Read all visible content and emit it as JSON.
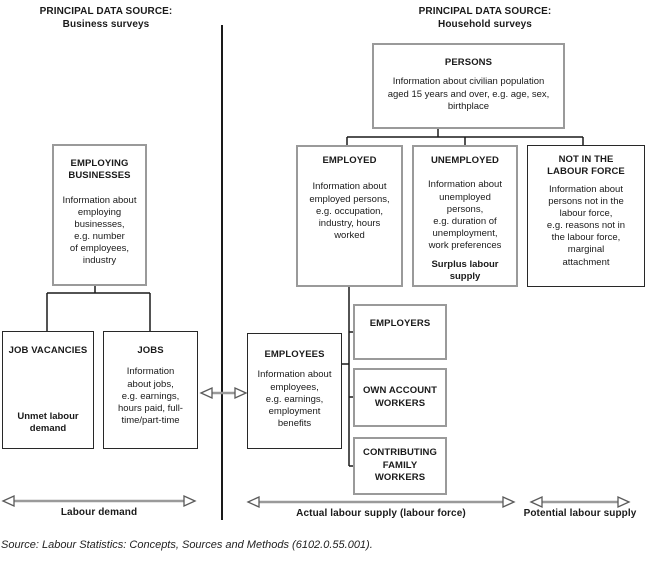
{
  "headers": {
    "left": "PRINCIPAL DATA SOURCE:\nBusiness surveys",
    "right": "PRINCIPAL DATA SOURCE:\nHousehold surveys"
  },
  "boxes": {
    "persons": {
      "title": "PERSONS",
      "body": "Information about civilian population\naged 15 years and over, e.g. age, sex,\nbirthplace"
    },
    "employing_businesses": {
      "title": "EMPLOYING\nBUSINESSES",
      "body": "Information about\nemploying\nbusinesses,\ne.g. number\nof employees,\nindustry"
    },
    "job_vacancies": {
      "title": "JOB VACANCIES",
      "footer": "Unmet labour\ndemand"
    },
    "jobs": {
      "title": "JOBS",
      "body": "Information\nabout jobs,\ne.g. earnings,\nhours paid, full-\ntime/part-time"
    },
    "employed": {
      "title": "EMPLOYED",
      "body": "Information about\nemployed persons,\ne.g. occupation,\nindustry, hours\nworked"
    },
    "unemployed": {
      "title": "UNEMPLOYED",
      "body": "Information about\nunemployed\npersons,\ne.g. duration of\nunemployment,\nwork preferences",
      "footer": "Surplus labour\nsupply"
    },
    "not_in_labour_force": {
      "title": "NOT IN THE\nLABOUR FORCE",
      "body": "Information about\npersons not in the\nlabour force,\ne.g. reasons not in\nthe labour force,\nmarginal\nattachment"
    },
    "employees": {
      "title": "EMPLOYEES",
      "body": "Information about\nemployees,\ne.g. earnings,\nemployment\nbenefits"
    },
    "employers": {
      "title": "EMPLOYERS"
    },
    "own_account_workers": {
      "title": "OWN ACCOUNT\nWORKERS"
    },
    "contributing_family_workers": {
      "title": "CONTRIBUTING\nFAMILY\nWORKERS"
    }
  },
  "arrows": {
    "labour_demand": "Labour demand",
    "actual_labour_supply": "Actual labour supply (labour force)",
    "potential_labour_supply": "Potential labour supply"
  },
  "source_note": "Source: Labour Statistics: Concepts, Sources and Methods (6102.0.55.001).",
  "colors": {
    "border_gray": "#9a9a9a",
    "border_black": "#282828",
    "arrow_gray": "#9a9a9a",
    "line_black": "#1a1a1a"
  }
}
